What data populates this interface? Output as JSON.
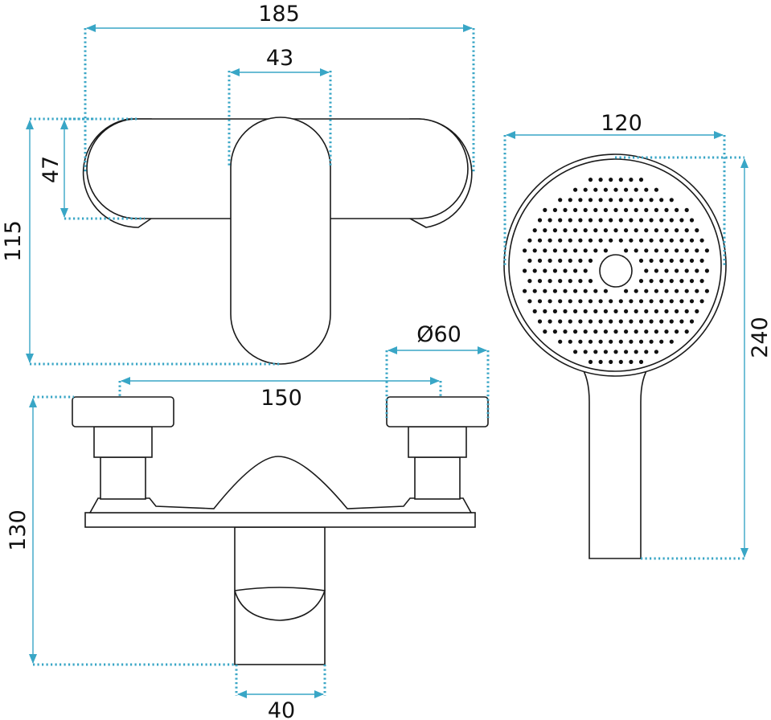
{
  "colors": {
    "dimension": "#39a6c6",
    "outline": "#1a1a1a",
    "dot": "#111111"
  },
  "dimensions": {
    "top_width": "185",
    "lever_width": "43",
    "cap_height": "47",
    "top_height": "115",
    "handle_spacing": "150",
    "knob_diameter": "Ø60",
    "body_height": "130",
    "spout_width": "40",
    "shower_width": "120",
    "shower_length": "240"
  }
}
